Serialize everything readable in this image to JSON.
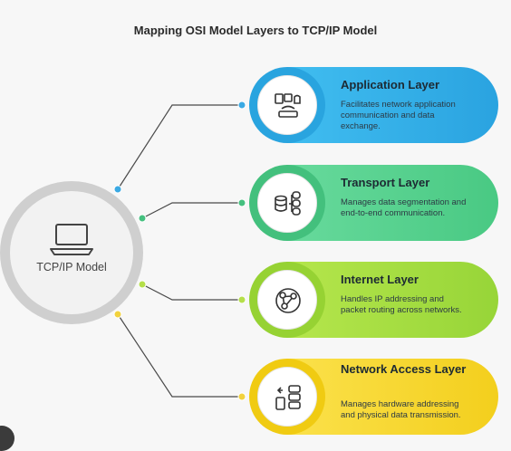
{
  "title": "Mapping OSI Model Layers to TCP/IP Model",
  "hub": {
    "label": "TCP/IP Model",
    "icon": "laptop-icon"
  },
  "layers": [
    {
      "title": "Application Layer",
      "description": "Facilitates network application communication and data exchange.",
      "icon": "devices-icon",
      "color": "#2aa3e0",
      "connector_color": "#3aa9e3"
    },
    {
      "title": "Transport Layer",
      "description": "Manages data segmentation and end-to-end communication.",
      "icon": "database-icon",
      "color": "#49c983",
      "connector_color": "#45c07f"
    },
    {
      "title": "Internet Layer",
      "description": "Handles IP addressing and packet routing across networks.",
      "icon": "network-icon",
      "color": "#97d538",
      "connector_color": "#9ad23a"
    },
    {
      "title": "Network Access Layer",
      "description": "Manages hardware addressing and physical data transmission.",
      "icon": "hardware-icon",
      "color": "#f3cf1d",
      "connector_color": "#e8c42a"
    }
  ]
}
